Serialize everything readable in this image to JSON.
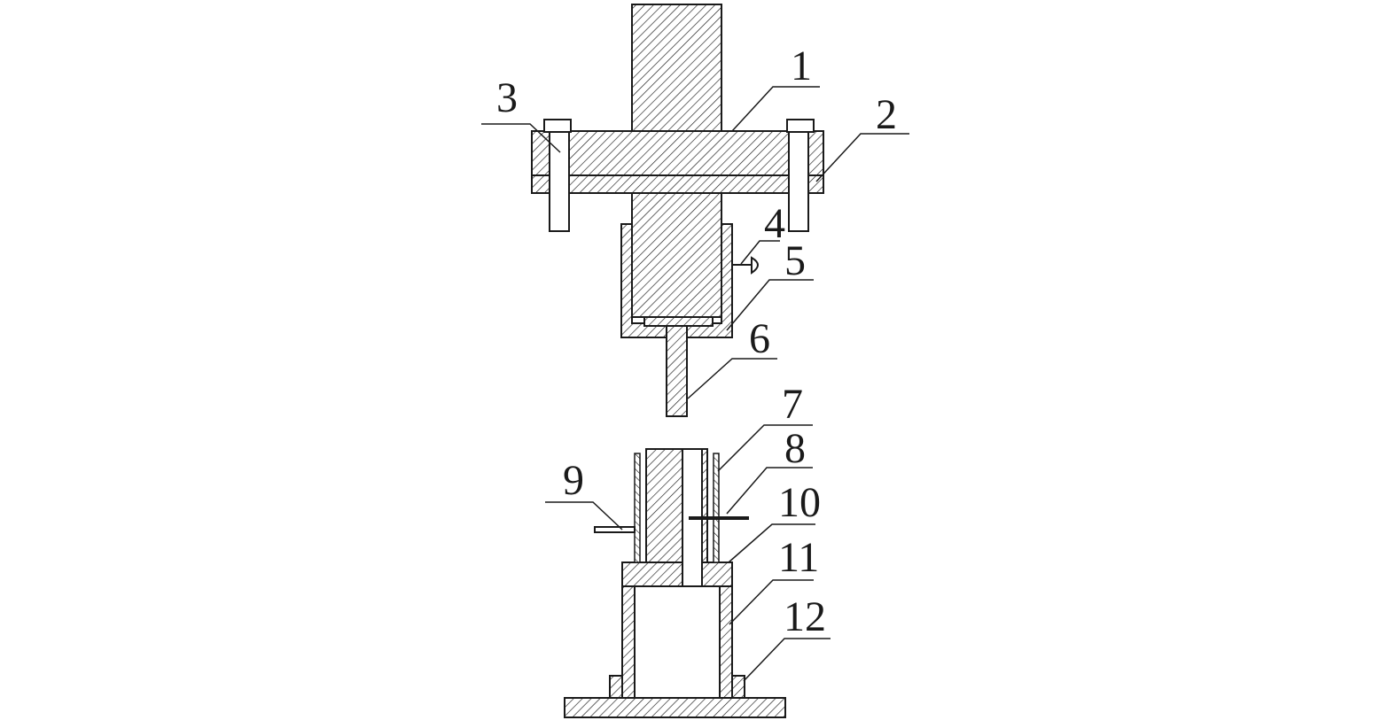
{
  "diagram": {
    "labels": [
      {
        "id": "1",
        "text": "1"
      },
      {
        "id": "2",
        "text": "2"
      },
      {
        "id": "3",
        "text": "3"
      },
      {
        "id": "4",
        "text": "4"
      },
      {
        "id": "5",
        "text": "5"
      },
      {
        "id": "6",
        "text": "6"
      },
      {
        "id": "7",
        "text": "7"
      },
      {
        "id": "8",
        "text": "8"
      },
      {
        "id": "9",
        "text": "9"
      },
      {
        "id": "10",
        "text": "10"
      },
      {
        "id": "11",
        "text": "11"
      },
      {
        "id": "12",
        "text": "12"
      }
    ],
    "colors": {
      "ink": "#1a1a1a",
      "background": "#ffffff"
    }
  }
}
